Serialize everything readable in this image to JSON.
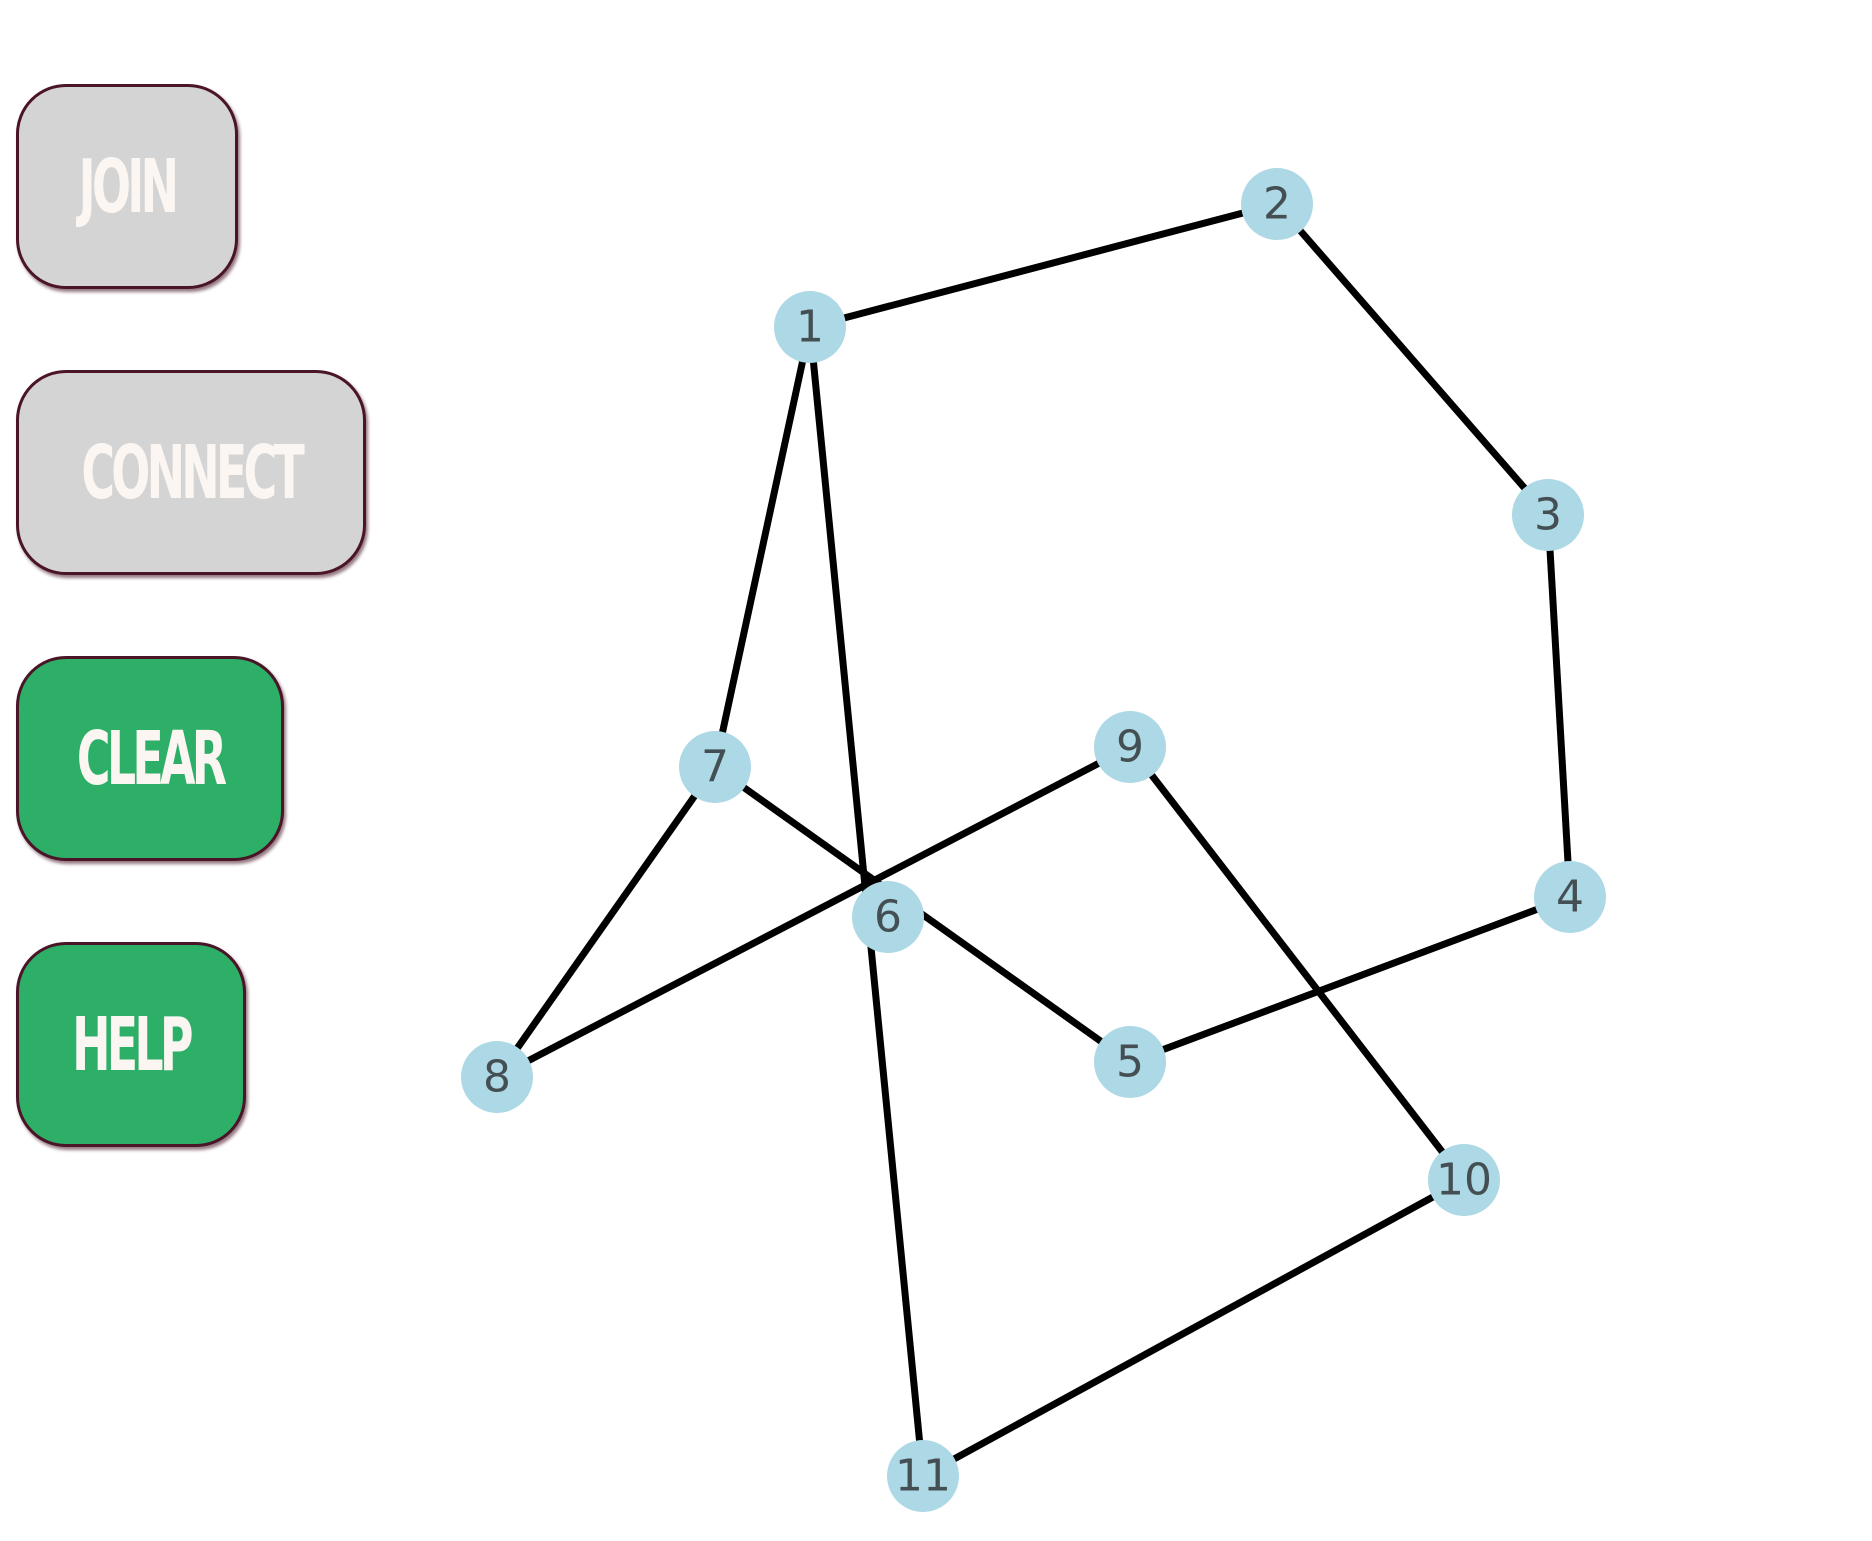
{
  "toolbar": {
    "buttons": [
      {
        "id": "join",
        "label": "JOIN",
        "state": "disabled"
      },
      {
        "id": "connect",
        "label": "CONNECT",
        "state": "disabled"
      },
      {
        "id": "clear",
        "label": "CLEAR",
        "state": "enabled"
      },
      {
        "id": "help",
        "label": "HELP",
        "state": "enabled"
      }
    ]
  },
  "colors": {
    "button_disabled": "#d4d4d4",
    "button_enabled": "#2daf68",
    "button_text": "#fbf6f2",
    "button_border": "#4a1526",
    "node_fill": "#add8e6",
    "edge": "#000000"
  },
  "graph": {
    "nodes": [
      {
        "id": "1",
        "label": "1"
      },
      {
        "id": "2",
        "label": "2"
      },
      {
        "id": "3",
        "label": "3"
      },
      {
        "id": "4",
        "label": "4"
      },
      {
        "id": "5",
        "label": "5"
      },
      {
        "id": "6",
        "label": "6"
      },
      {
        "id": "7",
        "label": "7"
      },
      {
        "id": "8",
        "label": "8"
      },
      {
        "id": "9",
        "label": "9"
      },
      {
        "id": "10",
        "label": "10"
      },
      {
        "id": "11",
        "label": "11"
      }
    ],
    "edges": [
      [
        "1",
        "2"
      ],
      [
        "2",
        "3"
      ],
      [
        "3",
        "4"
      ],
      [
        "4",
        "5"
      ],
      [
        "5",
        "7"
      ],
      [
        "7",
        "1"
      ],
      [
        "7",
        "8"
      ],
      [
        "8",
        "9"
      ],
      [
        "9",
        "10"
      ],
      [
        "10",
        "11"
      ],
      [
        "11",
        "1"
      ]
    ]
  }
}
